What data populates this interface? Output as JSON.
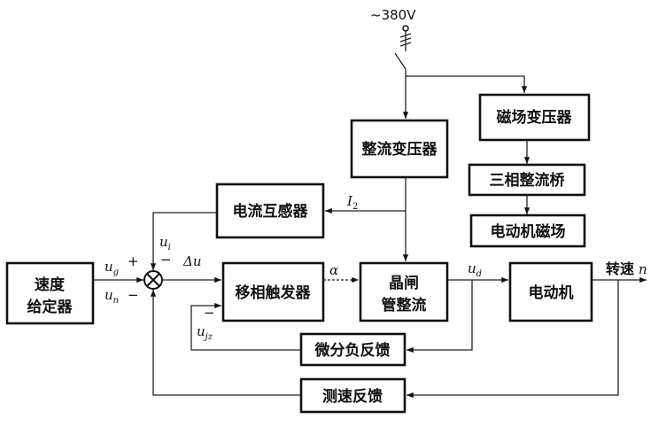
{
  "diagram": {
    "supply": "~380V",
    "blocks": {
      "speed_setter_l1": "速度",
      "speed_setter_l2": "给定器",
      "current_transformer": "电流互感器",
      "phase_trigger": "移相触发器",
      "rectifier_transformer": "整流变压器",
      "thyristor_l1": "晶闸",
      "thyristor_l2": "管整流",
      "field_transformer": "磁场变压器",
      "three_phase_bridge": "三相整流桥",
      "motor_field": "电动机磁场",
      "motor": "电动机",
      "derivative_feedback": "微分负反馈",
      "tacho_feedback": "测速反馈"
    },
    "signals": {
      "ug": "u",
      "ug_sub": "g",
      "ug_sign": "+",
      "un": "u",
      "un_sub": "n",
      "un_sign": "−",
      "ui": "u",
      "ui_sub": "i",
      "ui_sign": "−",
      "du": "Δu",
      "alpha": "α",
      "i2": "I",
      "i2_sub": "2",
      "ud": "u",
      "ud_sub": "d",
      "ujz": "u",
      "ujz_sub": "jz",
      "ujz_sign": "−",
      "speed_label": "转速",
      "speed_symbol": "n"
    }
  }
}
